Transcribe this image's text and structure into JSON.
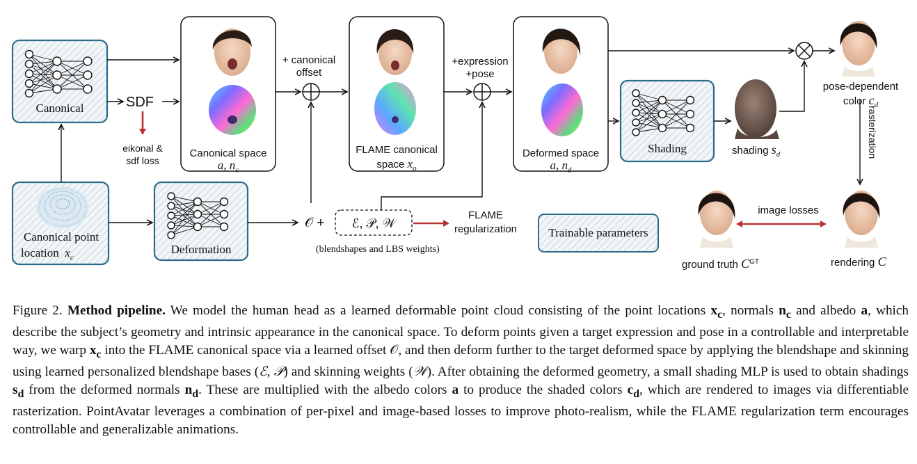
{
  "figure": {
    "nodes": {
      "canonical": "Canonical",
      "sdf": "SDF",
      "eikonal_line1": "eikonal &",
      "eikonal_line2": "sdf loss",
      "canonical_point_line1": "Canonical point",
      "canonical_point_line2": "location",
      "canonical_point_var": "x",
      "canonical_point_sub": "c",
      "deformation": "Deformation",
      "canonical_space": "Canonical space",
      "canonical_space_math": "a, n",
      "canonical_space_sub": "c",
      "canonical_offset_line1": "+ canonical",
      "canonical_offset_line2": "offset",
      "flame_canonical_line1": "FLAME canonical",
      "flame_canonical_line2": "space",
      "flame_canonical_var": "x",
      "flame_canonical_sub": "o",
      "expression_line1": "+expression",
      "expression_line2": "+pose",
      "deformed_space": "Deformed space",
      "deformed_space_math": "a, n",
      "deformed_space_sub": "d",
      "shading": "Shading",
      "shading_label": "shading",
      "shading_var": "s",
      "shading_sub": "d",
      "pose_dependent_line1": "pose-dependent",
      "pose_dependent_line2": "color",
      "pose_dependent_var": "c",
      "pose_dependent_sub": "d",
      "rasterization": "rasterization",
      "image_losses": "image losses",
      "ground_truth": "ground truth",
      "ground_truth_var": "C",
      "ground_truth_sup": "GT",
      "rendering": "rendering",
      "rendering_var": "C",
      "offset_symbol": "𝒪",
      "plus": "+",
      "flame_params": "ℰ, 𝒫, 𝒲",
      "blendshapes_note": "(blendshapes and LBS weights)",
      "flame_reg_line1": "FLAME",
      "flame_reg_line2": "regularization",
      "trainable_legend": "Trainable parameters"
    },
    "colors": {
      "trainable_border": "#2c6a8a",
      "loss_arrow": "#b83232",
      "normal_map_hue": "rainbow"
    }
  },
  "caption": {
    "label": "Figure 2.",
    "title": "Method pipeline.",
    "s1": "We model the human head as a learned deformable point cloud consisting of the point locations",
    "v_xc": "x",
    "v_xc_sub": "c",
    "s2": ", normals",
    "v_nc": "n",
    "v_nc_sub": "c",
    "s3": "and albedo",
    "v_a": "a",
    "s4": ", which describe the subject’s geometry and intrinsic appearance in the canonical space. To deform points given a target expression and pose in a controllable and interpretable way, we warp",
    "v_xc2": "x",
    "v_xc2_sub": "c",
    "s5": "into the FLAME canonical space via a learned offset",
    "v_O": "𝒪",
    "s6": ", and then deform further to the target deformed space by applying the blendshape and skinning using learned personalized blendshape bases (",
    "v_EP": "ℰ, 𝒫",
    "s7": ") and skinning weights (",
    "v_W": "𝒲",
    "s8": "). After obtaining the deformed geometry, a small shading MLP is used to obtain shadings",
    "v_sd": "s",
    "v_sd_sub": "d",
    "s9": "from the deformed normals",
    "v_nd": "n",
    "v_nd_sub": "d",
    "s10": ". These are multiplied with the albedo colors",
    "v_a2": "a",
    "s11": "to produce the shaded colors",
    "v_cd": "c",
    "v_cd_sub": "d",
    "s12": ", which are rendered to images via differentiable rasterization. PointAvatar leverages a combination of per-pixel and image-based losses to improve photo-realism, while the FLAME regularization term encourages controllable and generalizable animations."
  }
}
